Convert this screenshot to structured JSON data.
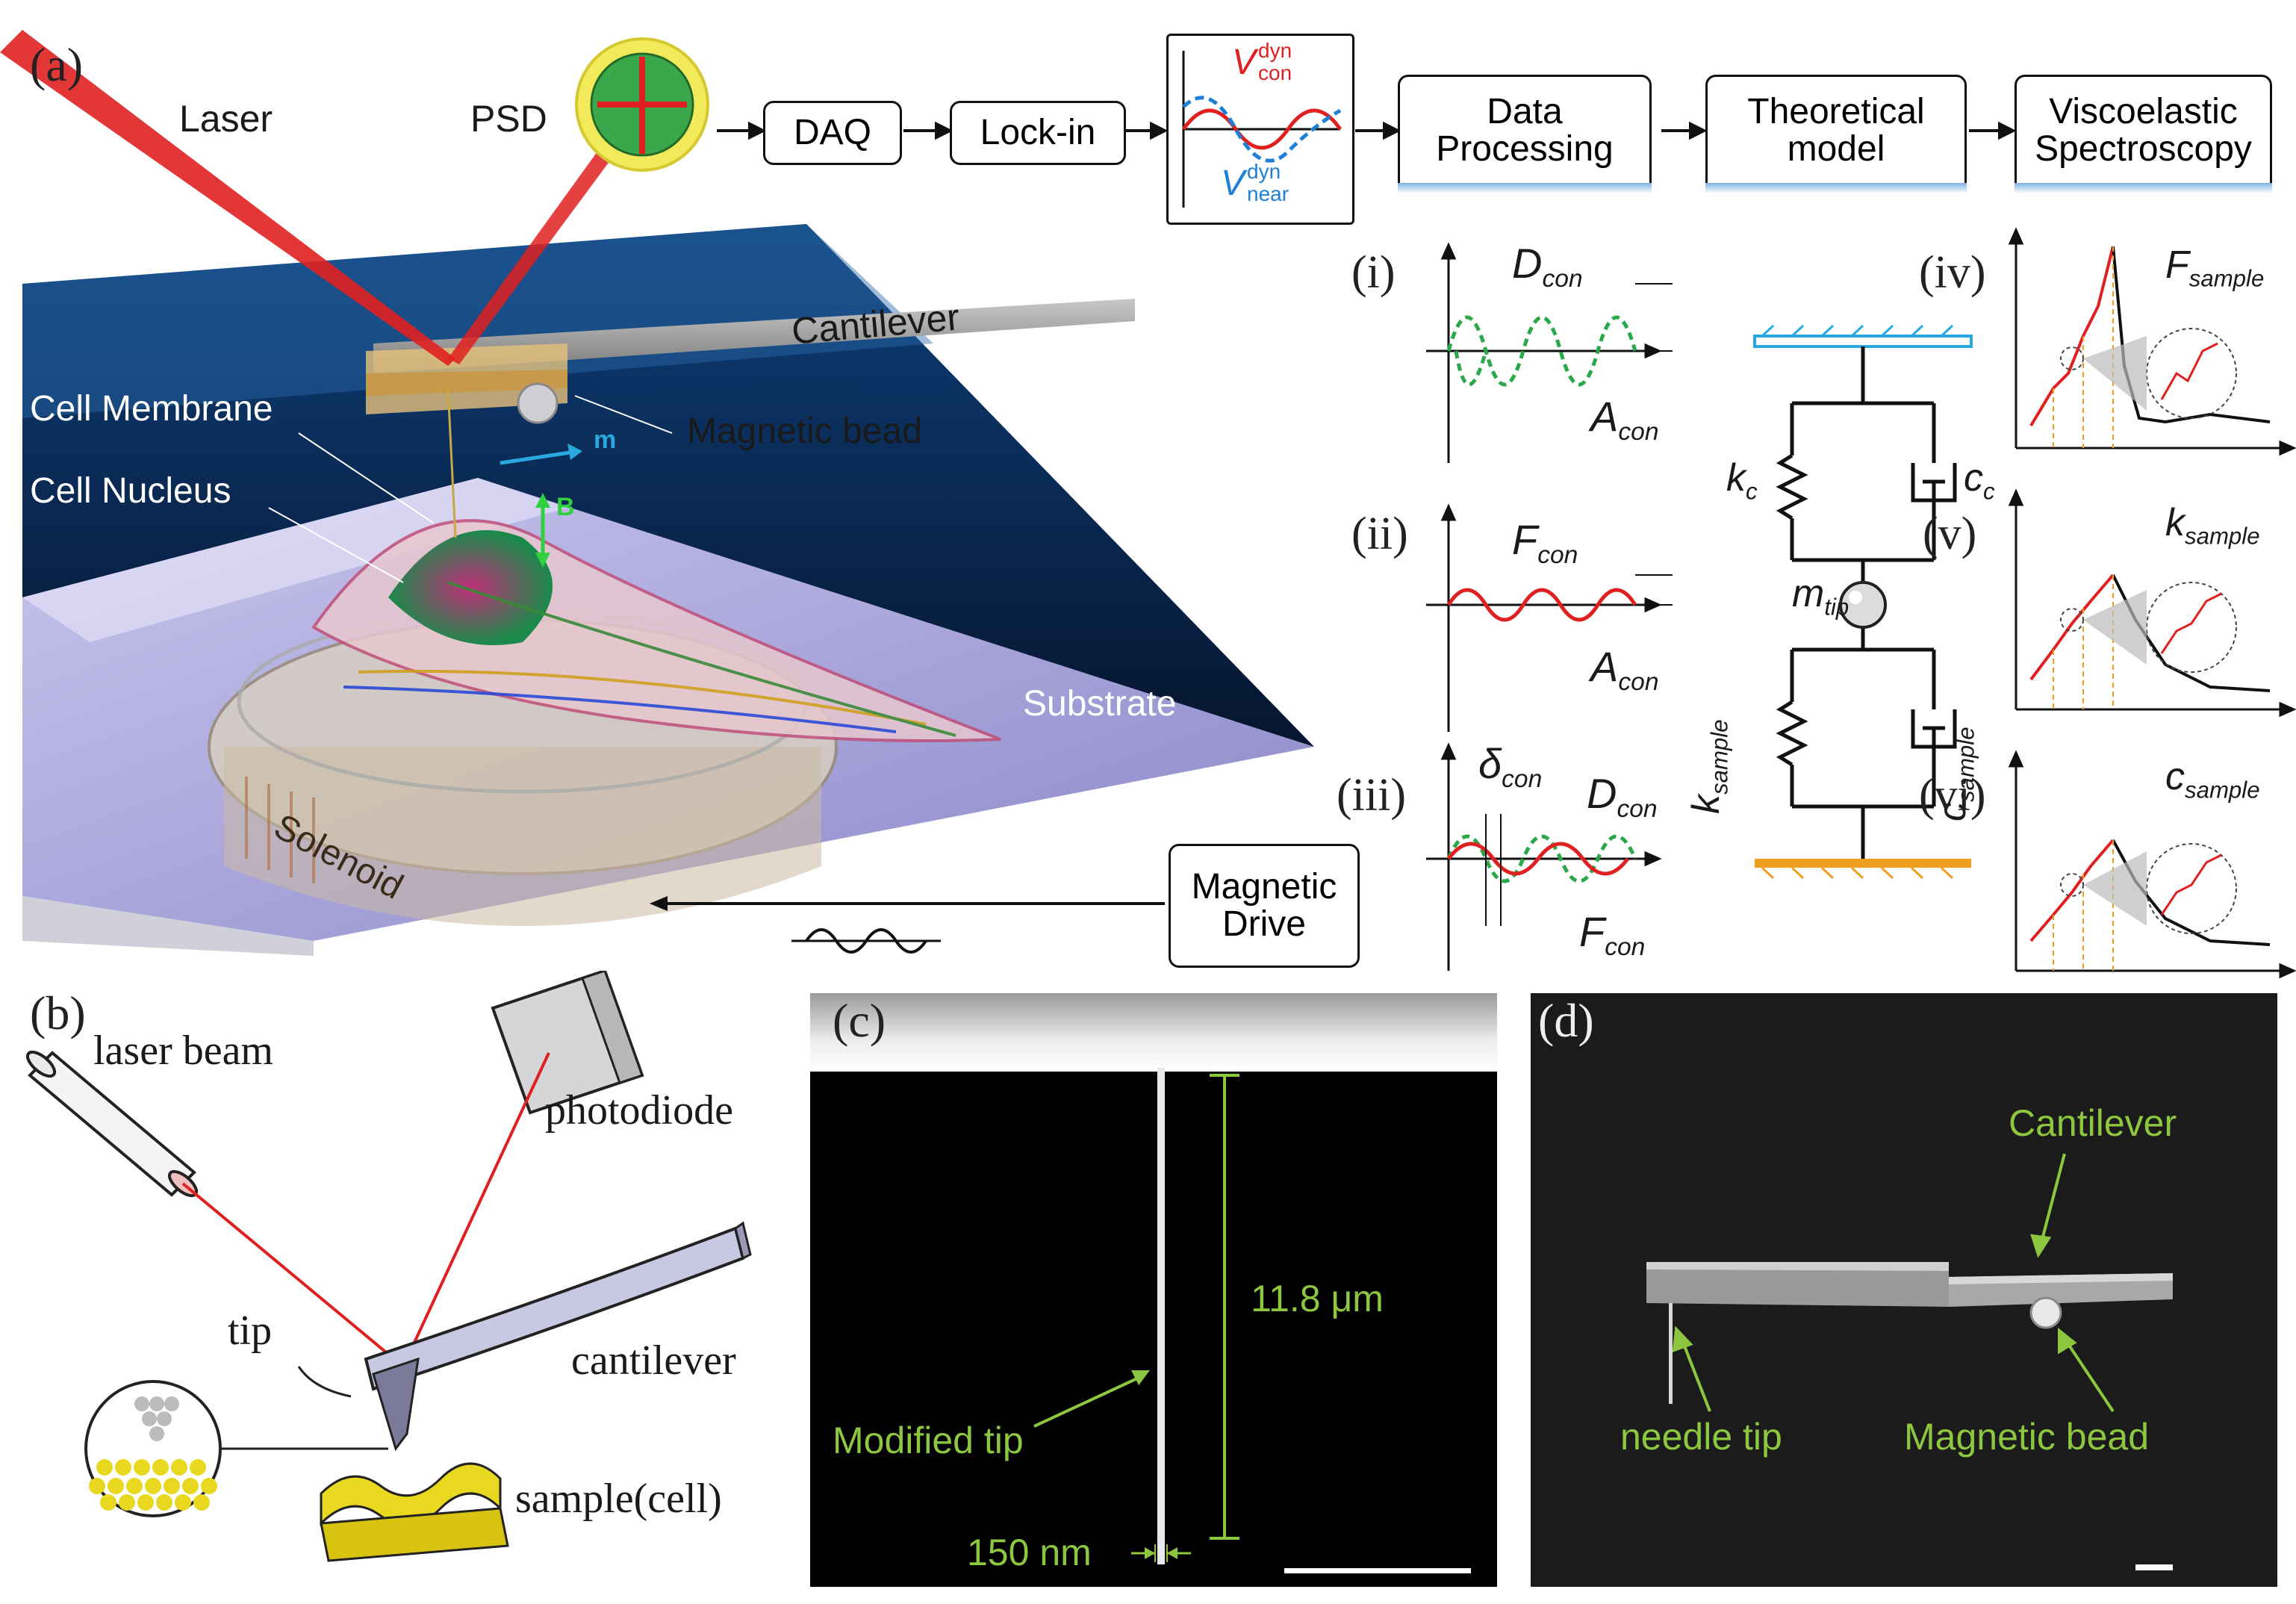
{
  "panel_a": {
    "label": "(a)",
    "laser": "Laser",
    "psd": "PSD",
    "flow_boxes": [
      "DAQ",
      "Lock-in"
    ],
    "signal_box": {
      "v_con": "V",
      "v_con_sup": "dyn",
      "v_con_sub": "con",
      "v_near": "V",
      "v_near_sup": "dyn",
      "v_near_sub": "near"
    },
    "steps": [
      {
        "line1": "Data",
        "line2": "Processing"
      },
      {
        "line1": "Theoretical",
        "line2": "model"
      },
      {
        "line1": "Viscoelastic",
        "line2": "Spectroscopy"
      }
    ],
    "cantilever": "Cantilever",
    "magnetic_bead": "Magnetic bead",
    "m_label": "m",
    "b_label": "B",
    "cell_membrane": "Cell Membrane",
    "cell_nucleus": "Cell Nucleus",
    "substrate": "Substrate",
    "solenoid": "Solenoid",
    "magnetic_drive_1": "Magnetic",
    "magnetic_drive_2": "Drive",
    "sub_i": "(i)",
    "sub_ii": "(ii)",
    "sub_iii": "(iii)",
    "sub_iv": "(iv)",
    "sub_v": "(v)",
    "sub_vi": "(vi)",
    "d_con": "D",
    "d_con_sub": "con",
    "a_con": "A",
    "a_con_sub": "con",
    "f_con": "F",
    "f_con_sub": "con",
    "delta_con": "δ",
    "delta_con_sub": "con",
    "kc": "k",
    "kc_sub": "c",
    "cc": "c",
    "cc_sub": "c",
    "m_tip": "m",
    "m_tip_sub": "tip",
    "k_sample": "k",
    "k_sample_sub": "sample",
    "c_sample": "c",
    "c_sample_sub": "sample",
    "f_sample": "F",
    "f_sample_sub": "sample",
    "colors": {
      "red": "#e02020",
      "green": "#2aa84a",
      "blue": "#1e7fd6",
      "lime": "#8dc63f"
    }
  },
  "panel_b": {
    "label": "(b)",
    "laser_beam": "laser beam",
    "photodiode": "photodiode",
    "tip": "tip",
    "cantilever": "cantilever",
    "sample": "sample(cell)"
  },
  "panel_c": {
    "label": "(c)",
    "length": "11.8 μm",
    "modified_tip": "Modified tip",
    "width": "150 nm"
  },
  "panel_d": {
    "label": "(d)",
    "cantilever": "Cantilever",
    "needle_tip": "needle tip",
    "magnetic_bead": "Magnetic bead"
  }
}
